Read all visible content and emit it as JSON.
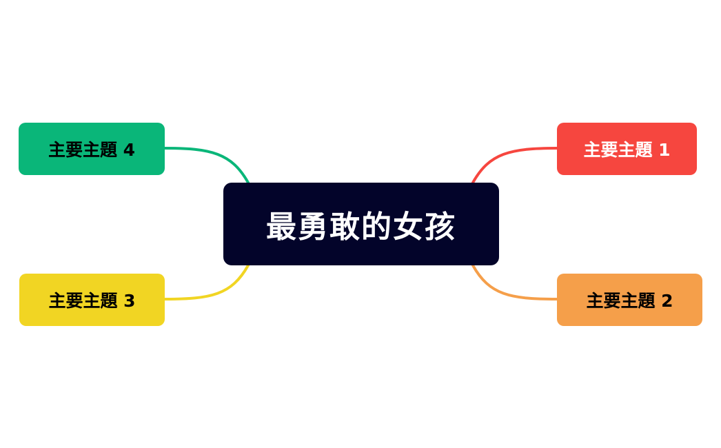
{
  "central": {
    "label": "最勇敢的女孩",
    "bg": "#03042a",
    "color": "#ffffff"
  },
  "topics": [
    {
      "label": "主要主題 1",
      "bg": "#f6463f",
      "color": "#ffffff",
      "line": "#f6463f"
    },
    {
      "label": "主要主題 2",
      "bg": "#f59f4a",
      "color": "#000000",
      "line": "#f59f4a"
    },
    {
      "label": "主要主題 3",
      "bg": "#f1d523",
      "color": "#000000",
      "line": "#f1d523"
    },
    {
      "label": "主要主題 4",
      "bg": "#0ab679",
      "color": "#000000",
      "line": "#0ab679"
    }
  ]
}
